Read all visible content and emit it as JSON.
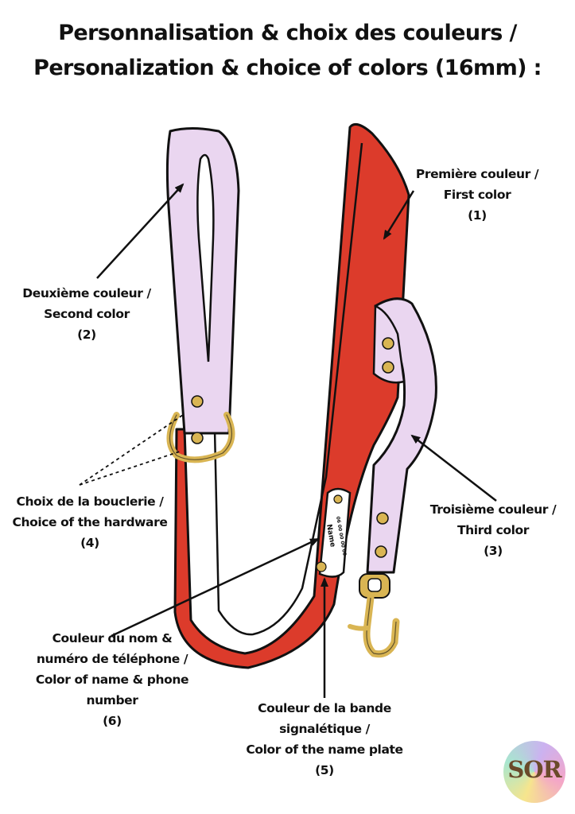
{
  "title": {
    "line1": "Personnalisation & choix des couleurs /",
    "line2": "Personalization & choice of colors (16mm) :"
  },
  "labels": {
    "first_color": [
      "Première couleur /",
      "First color",
      "(1)"
    ],
    "second_color": [
      "Deuxième couleur /",
      "Second color",
      "(2)"
    ],
    "third_color": [
      "Troisième couleur  /",
      "Third color",
      "(3)"
    ],
    "hardware": [
      "Choix de la bouclerie /",
      "Choice of the hardware",
      "(4)"
    ],
    "name_plate": [
      "Couleur de la bande",
      "signalétique /",
      "Color of the name plate",
      "(5)"
    ],
    "name_phone": [
      "Couleur du nom &",
      "numéro de téléphone /",
      "Color of name & phone",
      "number",
      "(6)"
    ]
  },
  "plate": {
    "name": "Name",
    "phone": "06 00 00 00 00"
  },
  "logo": {
    "text": "SOR"
  },
  "colors": {
    "first": "#dc3b2b",
    "second": "#ead6f0",
    "third": "#ead6f0",
    "hardware": "#d9b553",
    "plate": "#ffffff",
    "outline": "#111111"
  },
  "icons": [
    "d-ring-icon",
    "snap-hook-icon",
    "rivet-icon",
    "logo-icon"
  ]
}
